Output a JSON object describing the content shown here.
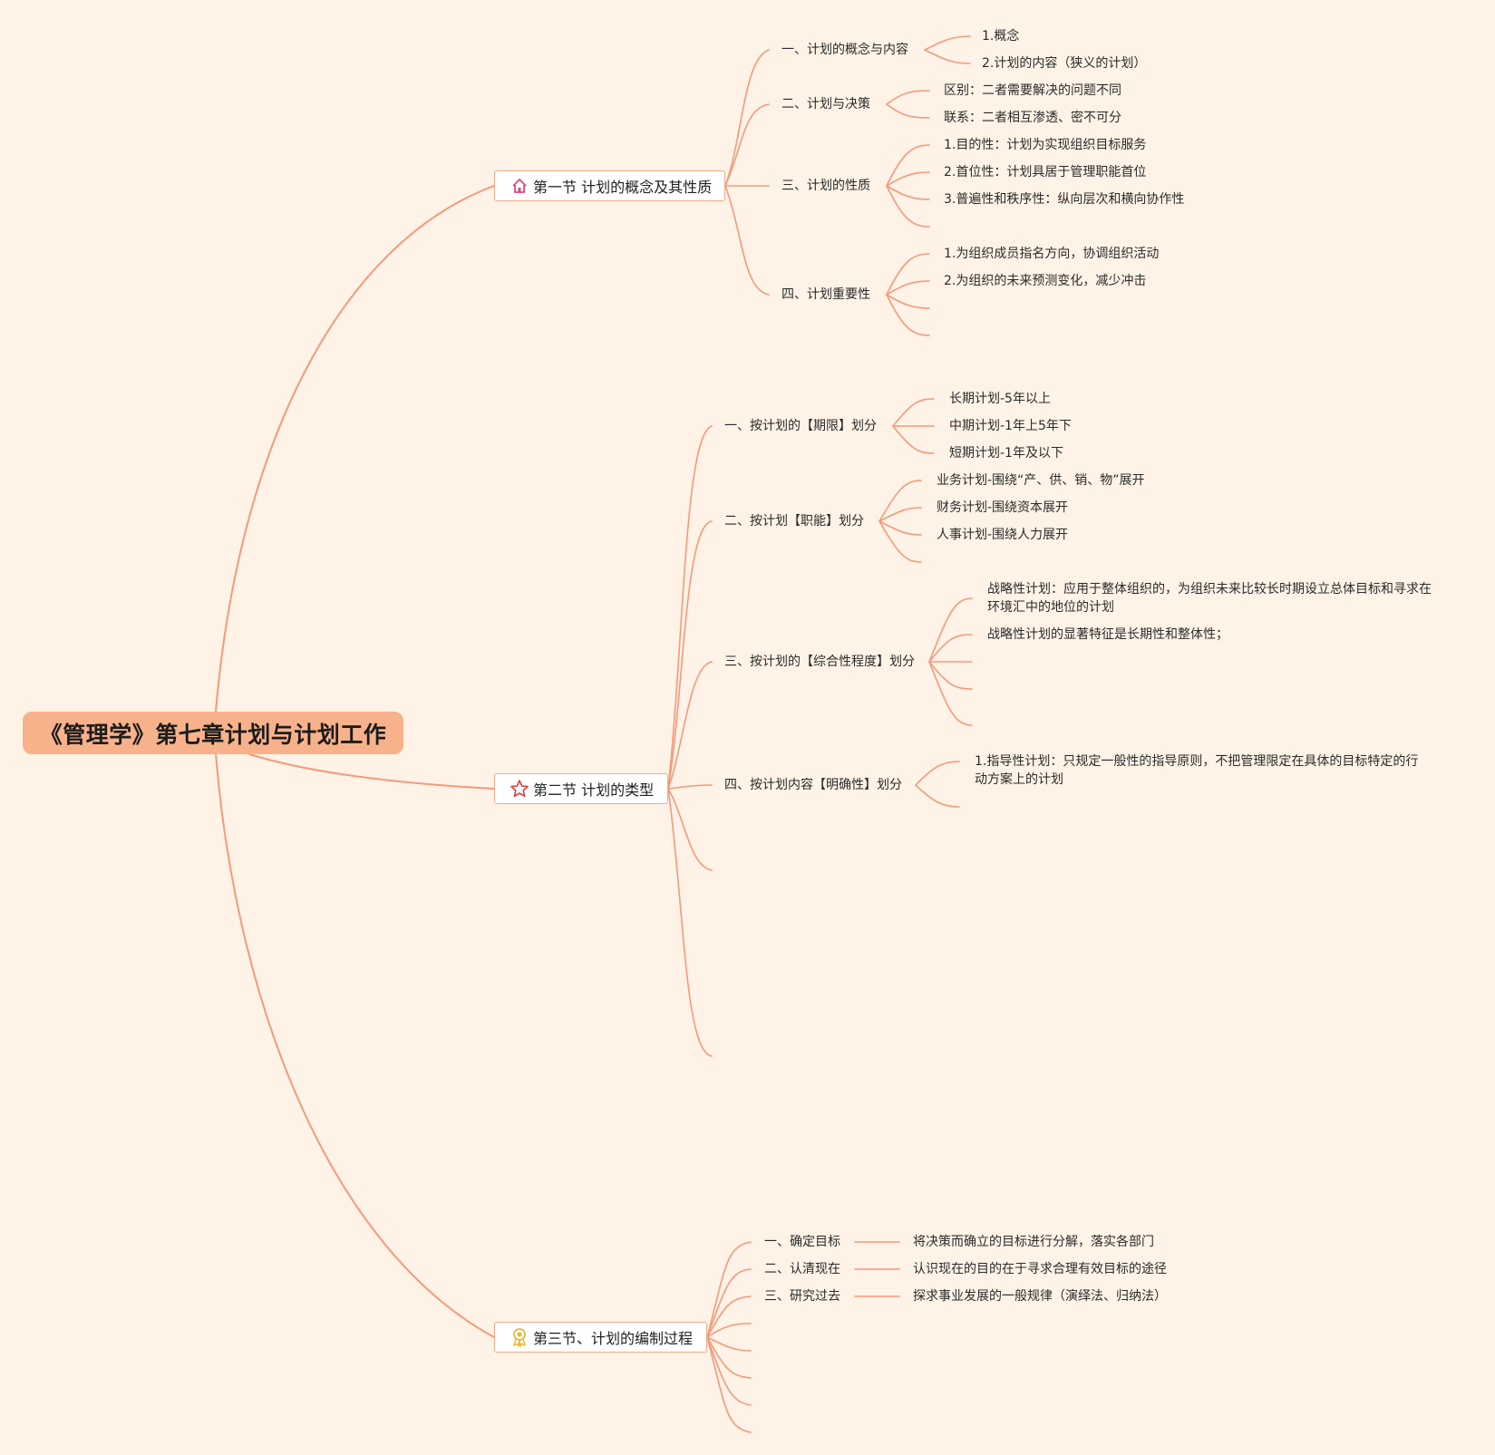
{
  "root": {
    "title": "《管理学》第七章计划与计划工作"
  },
  "sections": [
    {
      "title": "第一节 计划的概念及其性质",
      "icon": "home-icon",
      "items": [
        {
          "label": "一、计划的概念与内容",
          "children": [
            "1.概念",
            "2.计划的内容（狭义的计划）"
          ]
        },
        {
          "label": "二、计划与决策",
          "children": [
            "区别：二者需要解决的问题不同",
            "联系：二者相互渗透、密不可分"
          ]
        },
        {
          "label": "三、计划的性质",
          "children": [
            "1.目的性：计划为实现组织目标服务",
            "2.首位性：计划具居于管理职能首位",
            "3.普遍性和秩序性：纵向层次和横向协作性"
          ]
        },
        {
          "label": "四、计划重要性",
          "children": [
            "1.为组织成员指名方向，协调组织活动",
            "2.为组织的未来预测变化，减少冲击"
          ]
        }
      ]
    },
    {
      "title": "第二节 计划的类型",
      "icon": "star-icon",
      "items": [
        {
          "label": "一、按计划的【期限】划分",
          "children": [
            "长期计划-5年以上",
            "中期计划-1年上5年下",
            "短期计划-1年及以下"
          ]
        },
        {
          "label": "二、按计划【职能】划分",
          "children": [
            "业务计划-围绕“产、供、销、物”展开",
            "财务计划-围绕资本展开",
            "人事计划-围绕人力展开"
          ]
        },
        {
          "label": "三、按计划的【综合性程度】划分",
          "children": [
            "战略性计划：应用于整体组织的，为组织未来比较长时期设立总体目标和寻求在环境汇中的地位的计划",
            "战略性计划的显著特征是长期性和整体性；"
          ]
        },
        {
          "label": "四、按计划内容【明确性】划分",
          "children": [
            "1.指导性计划：只规定一般性的指导原则，不把管理限定在具体的目标特定的行动方案上的计划"
          ]
        }
      ]
    },
    {
      "title": "第三节、计划的编制过程",
      "icon": "award-icon",
      "items": [
        {
          "label": "一、确定目标",
          "children": [
            "将决策而确立的目标进行分解，落实各部门"
          ]
        },
        {
          "label": "二、认清现在",
          "children": [
            "认识现在的目的在于寻求合理有效目标的途径"
          ]
        },
        {
          "label": "三、研究过去",
          "children": [
            "探求事业发展的一般规律（演绎法、归纳法）"
          ]
        }
      ]
    }
  ],
  "colors": {
    "background": "#FFF2E6",
    "root": "#F8B28B",
    "line": "#F39A7B",
    "node_border": "#F4A886"
  }
}
